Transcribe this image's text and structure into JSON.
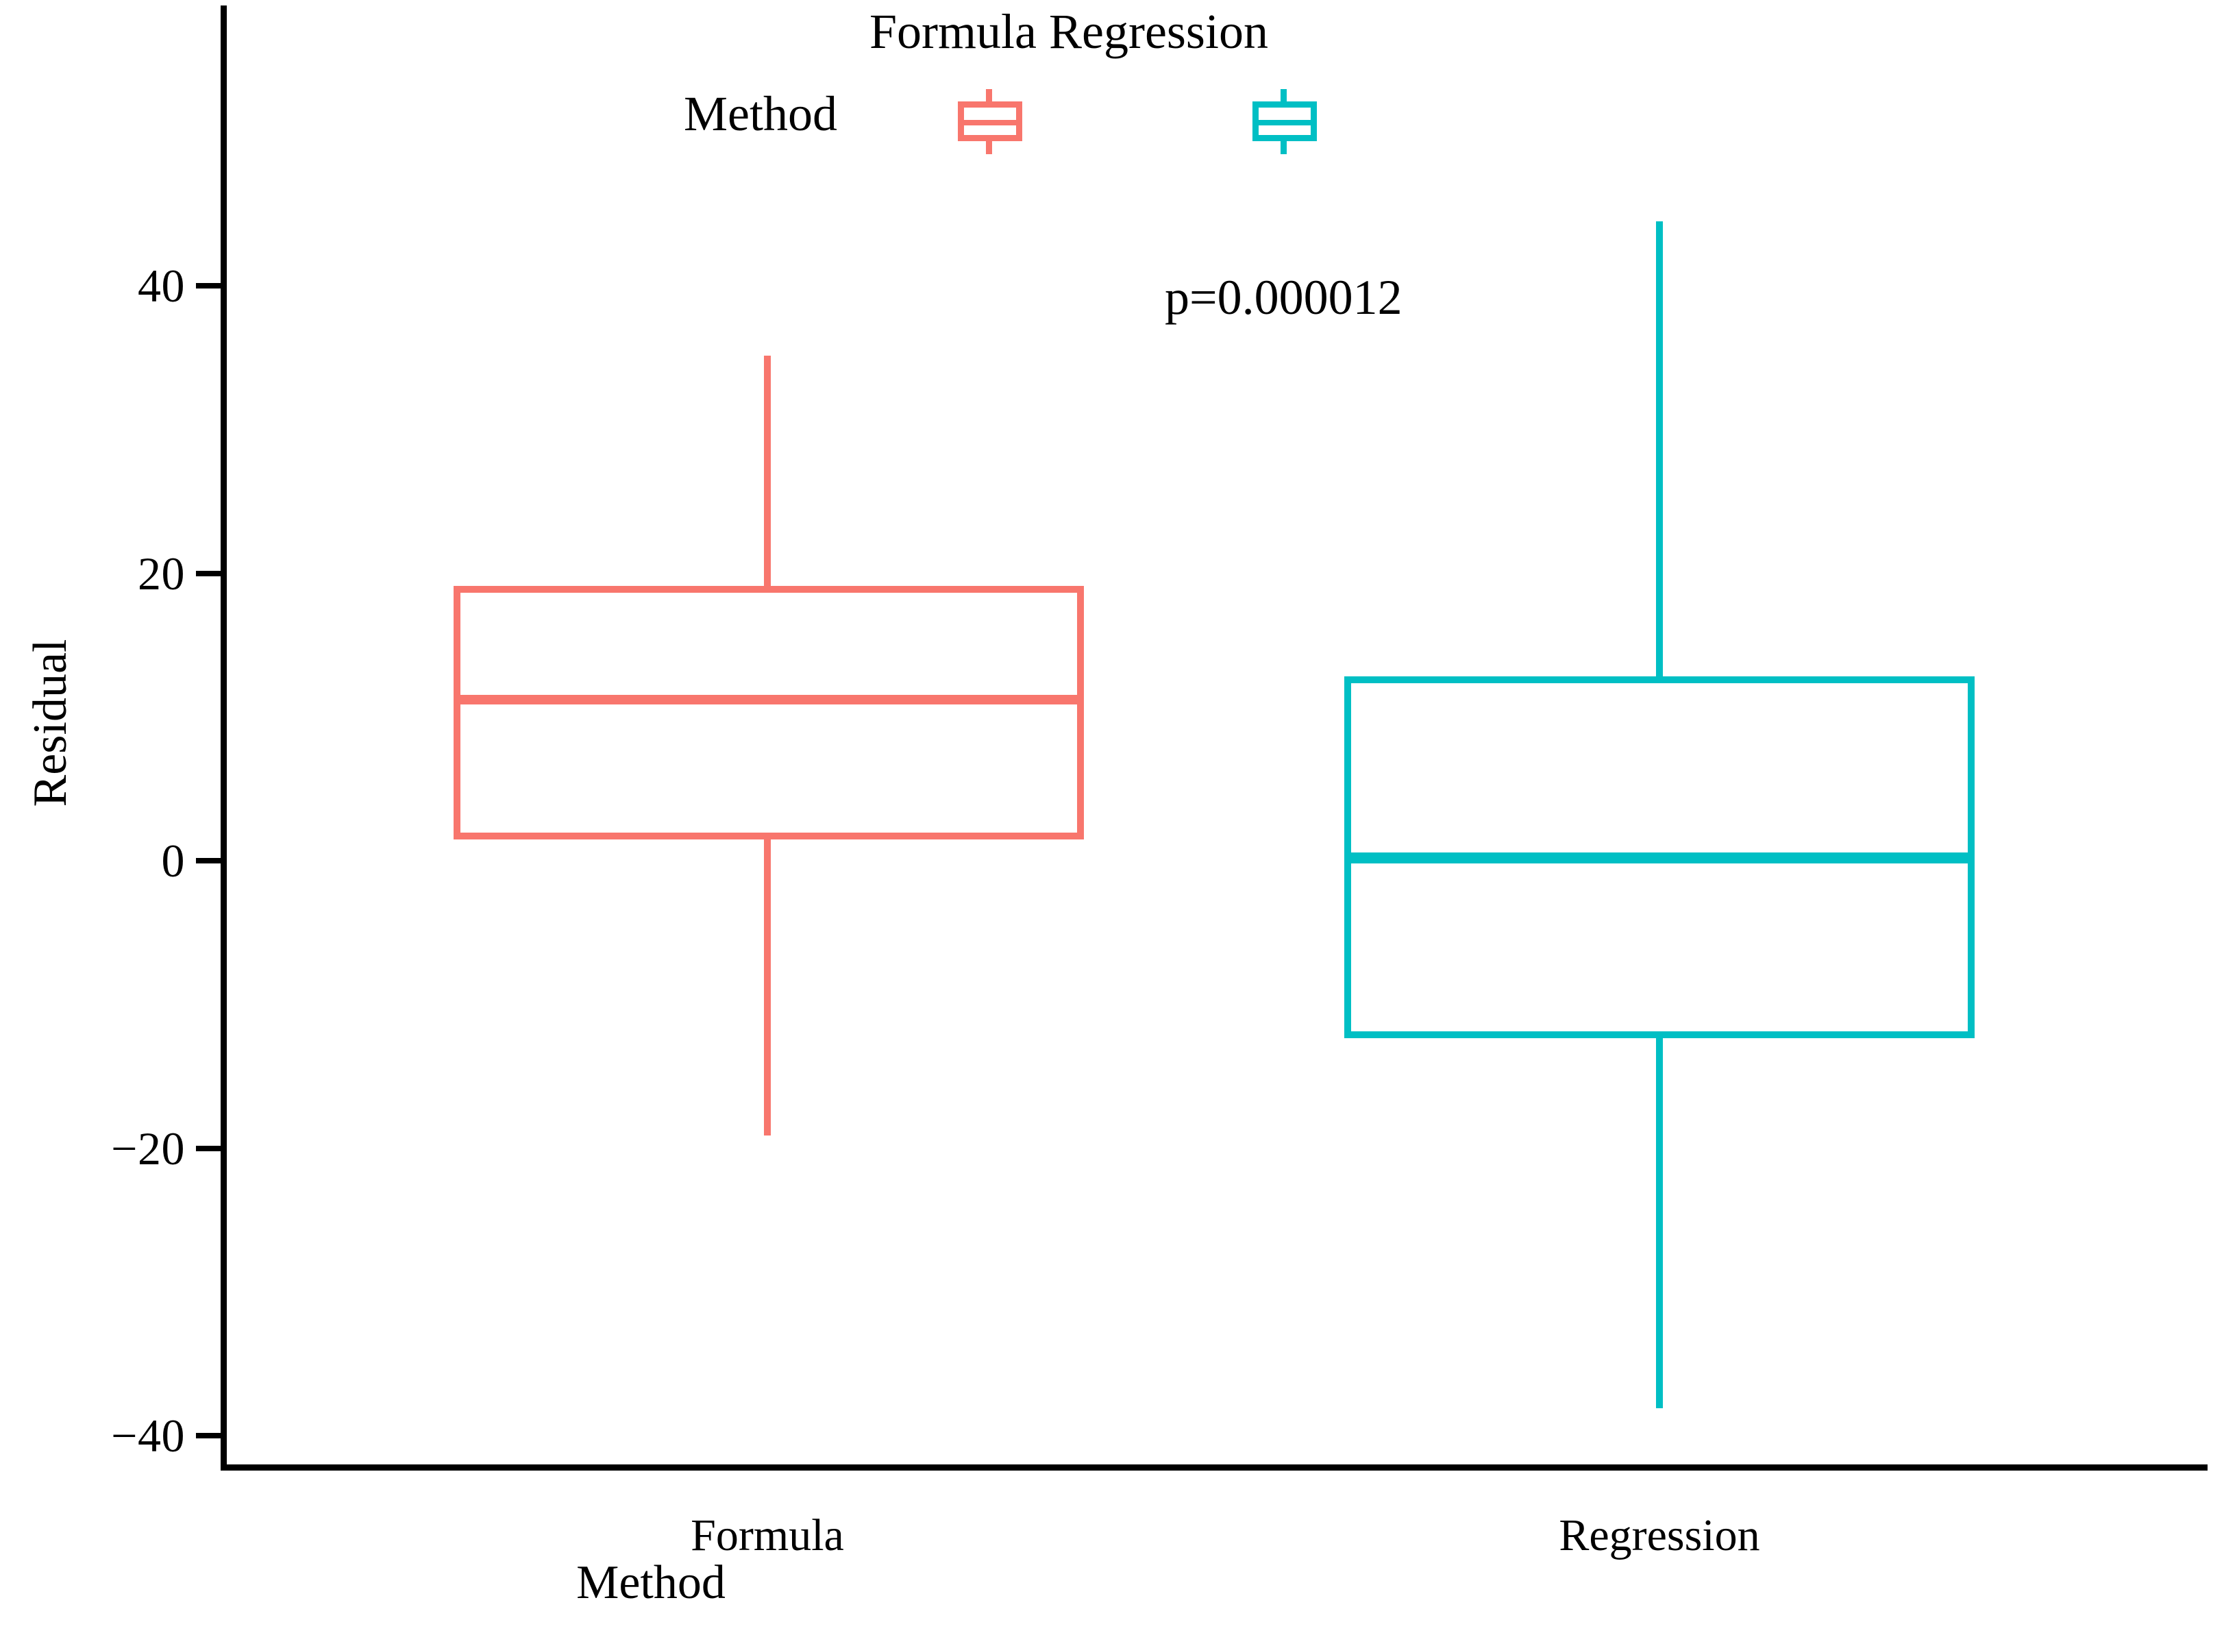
{
  "chart_data": {
    "type": "box",
    "title": "",
    "xlabel": "Method",
    "ylabel": "Residual",
    "categories": [
      "Formula",
      "Regression"
    ],
    "ylim": [
      -40,
      48
    ],
    "yticks": [
      40,
      20,
      0,
      -20,
      -40
    ],
    "ytick_labels": [
      "40",
      "20",
      "0",
      "−20",
      "−40"
    ],
    "grid": false,
    "legend": {
      "title": "Method",
      "entries": [
        "Formula",
        "Regression"
      ],
      "position": "top"
    },
    "annotations": [
      {
        "text": "p=0.000012",
        "x": "between-groups",
        "y": 38
      }
    ],
    "colors": {
      "Formula": "#F8766D",
      "Regression": "#00BFC4",
      "axis": "#000000",
      "background": "#FFFFFF"
    },
    "boxes": [
      {
        "name": "Formula",
        "color": "#F8766D",
        "whisker_low": -18.9,
        "q1": 1.6,
        "median": 11.3,
        "q3": 19.0,
        "whisker_high": 35.1
      },
      {
        "name": "Regression",
        "color": "#00BFC4",
        "whisker_low": -38.0,
        "q1": -12.3,
        "median": 0.3,
        "q3": 12.7,
        "whisker_high": 44.5
      }
    ]
  },
  "axes": {
    "y_label": "Residual",
    "x_label": "Method",
    "y_ticks": [
      {
        "label": "40",
        "value": 40
      },
      {
        "label": "20",
        "value": 20
      },
      {
        "label": "0",
        "value": 0
      },
      {
        "label": "−20",
        "value": -20
      },
      {
        "label": "−40",
        "value": -40
      }
    ],
    "x_ticks": [
      {
        "label": "Formula"
      },
      {
        "label": "Regression"
      }
    ]
  },
  "legend": {
    "title": "Method",
    "header": "Formula Regression",
    "items": [
      {
        "label": "Formula",
        "color": "#F8766D"
      },
      {
        "label": "Regression",
        "color": "#00BFC4"
      }
    ]
  },
  "annotation": {
    "pvalue": "p=0.000012"
  }
}
